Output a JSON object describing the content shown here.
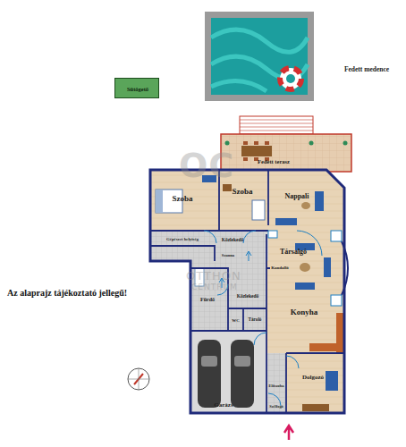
{
  "diagram": {
    "nodes": [
      {
        "text": [
          "Sütögető"
        ]
      },
      {
        "text": [
          "Fedett medence"
        ]
      },
      {
        "text": [
          "Fedett terasz"
        ]
      },
      {
        "text": [
          "Szoba"
        ]
      },
      {
        "text": [
          "Szoba"
        ]
      },
      {
        "text": [
          "Nappali"
        ]
      },
      {
        "text": [
          "Gépészet helyiség"
        ]
      },
      {
        "text": [
          "Közlekedő"
        ]
      },
      {
        "text": [
          "Szauna"
        ]
      },
      {
        "text": [
          "Társalgó",
          "Kandalló"
        ]
      },
      {
        "text": [
          "Fürdő"
        ]
      },
      {
        "text": [
          "Közlekedő"
        ]
      },
      {
        "text": [
          "WC"
        ]
      },
      {
        "text": [
          "Tároló"
        ]
      },
      {
        "text": [
          "Konyha"
        ]
      },
      {
        "text": [
          "Garázs"
        ]
      },
      {
        "text": [
          "Előszoba"
        ]
      },
      {
        "text": [
          "Szélfogó"
        ]
      },
      {
        "text": [
          "Dolgozó"
        ]
      }
    ],
    "edges": [],
    "labels": [
      "Az alaprajz tájékoztató jellegű!",
      "OC",
      "OTTHON",
      "CENTRUM"
    ]
  }
}
